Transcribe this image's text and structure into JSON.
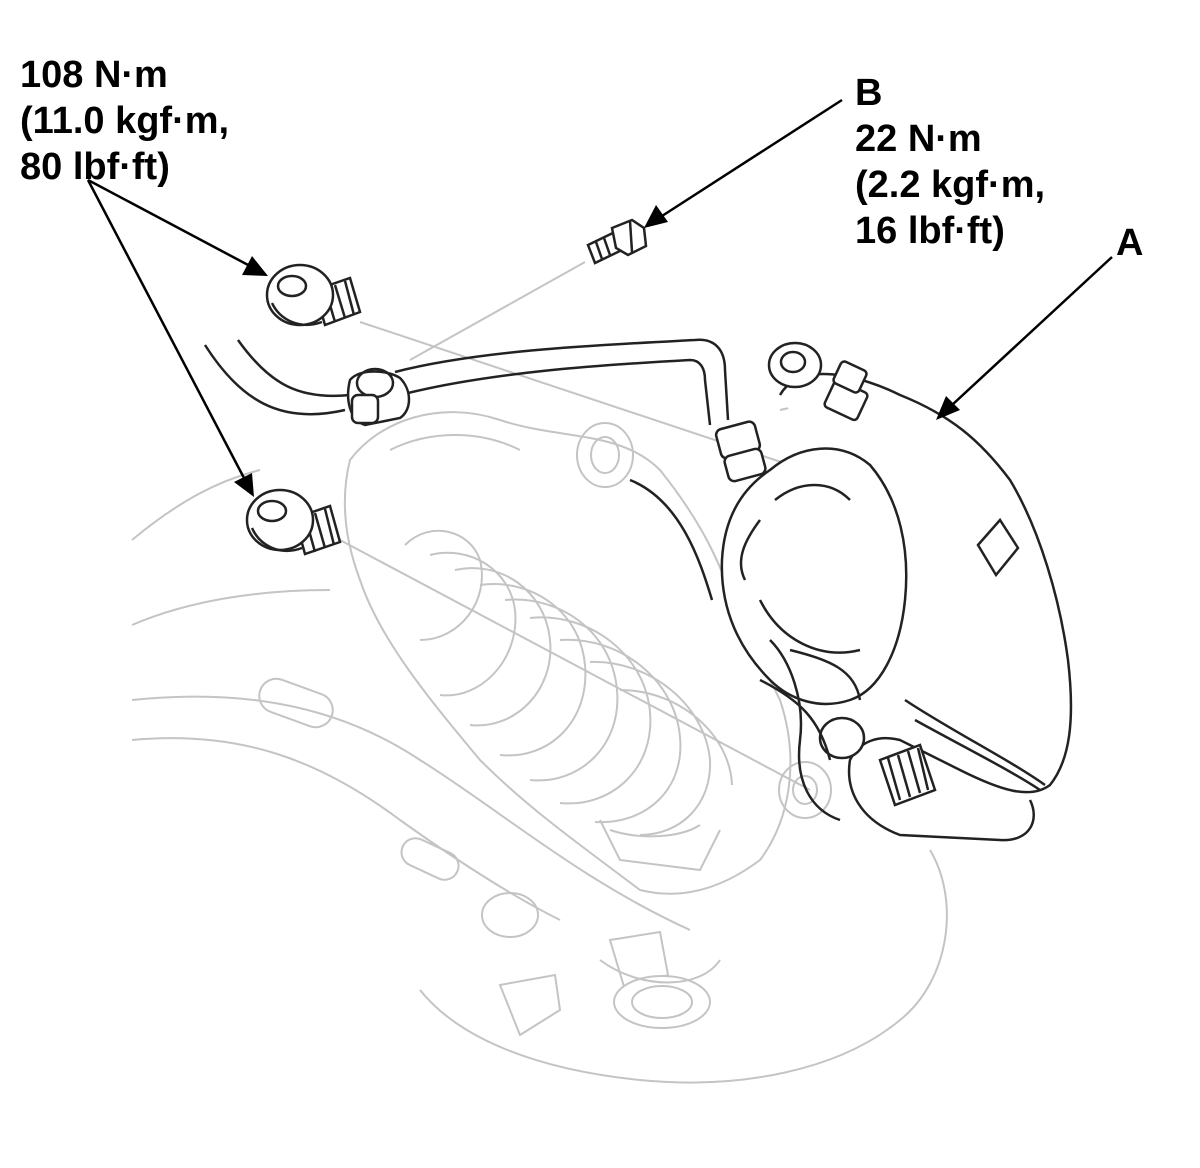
{
  "callouts": {
    "bracket_bolts": {
      "torque_nm": "108 N·m",
      "torque_kgf": "(11.0 kgf·m,",
      "torque_lbf": "80 lbf·ft)"
    },
    "banjo_bolt": {
      "letter": "B",
      "torque_nm": "22 N·m",
      "torque_kgf": "(2.2 kgf·m,",
      "torque_lbf": "16 lbf·ft)"
    },
    "caliper": {
      "letter": "A"
    }
  },
  "colors": {
    "ink": "#000000",
    "part_outline": "#222222",
    "background_part": "#c4c4c4"
  }
}
